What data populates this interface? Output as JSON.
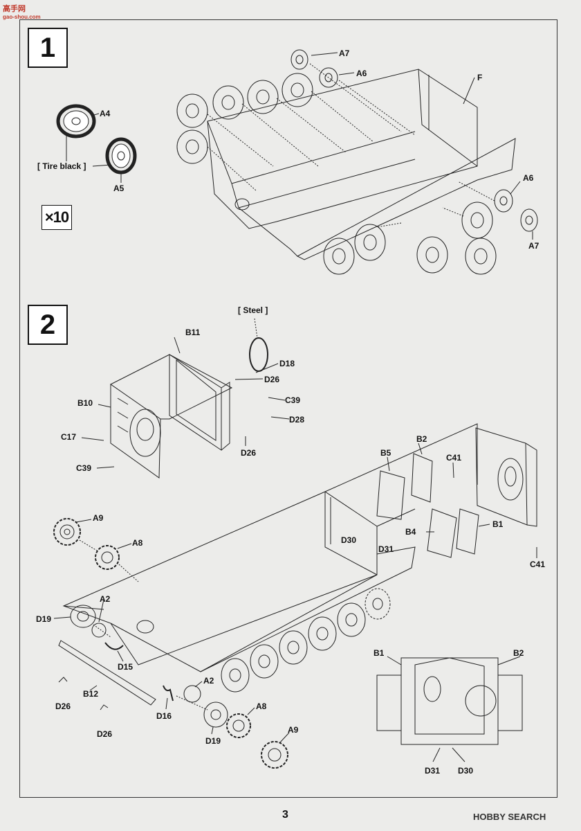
{
  "watermark": {
    "brand": "高手网",
    "site": "gao-shou.com"
  },
  "page_number": "3",
  "footer_logo": "HOBBY SEARCH",
  "step1": {
    "number": "1",
    "quantity": "×10",
    "note": "[ Tire black ]",
    "labels": [
      "A7",
      "A6",
      "F",
      "A4",
      "A5",
      "A6",
      "A7"
    ]
  },
  "step2": {
    "number": "2",
    "note": "[ Steel ]",
    "labels": [
      "B11",
      "D18",
      "D26",
      "C39",
      "D28",
      "B10",
      "C17",
      "C39",
      "D26",
      "B5",
      "B2",
      "C41",
      "B4",
      "B1",
      "C41",
      "D30",
      "D31",
      "A9",
      "A8",
      "A2",
      "D19",
      "D15",
      "B12",
      "D26",
      "D26",
      "A2",
      "D16",
      "A8",
      "D19",
      "A9",
      "B1",
      "B2",
      "D31",
      "D30"
    ]
  },
  "colors": {
    "line": "#222222",
    "paper": "#ececea",
    "watermark": "#c0392b"
  }
}
